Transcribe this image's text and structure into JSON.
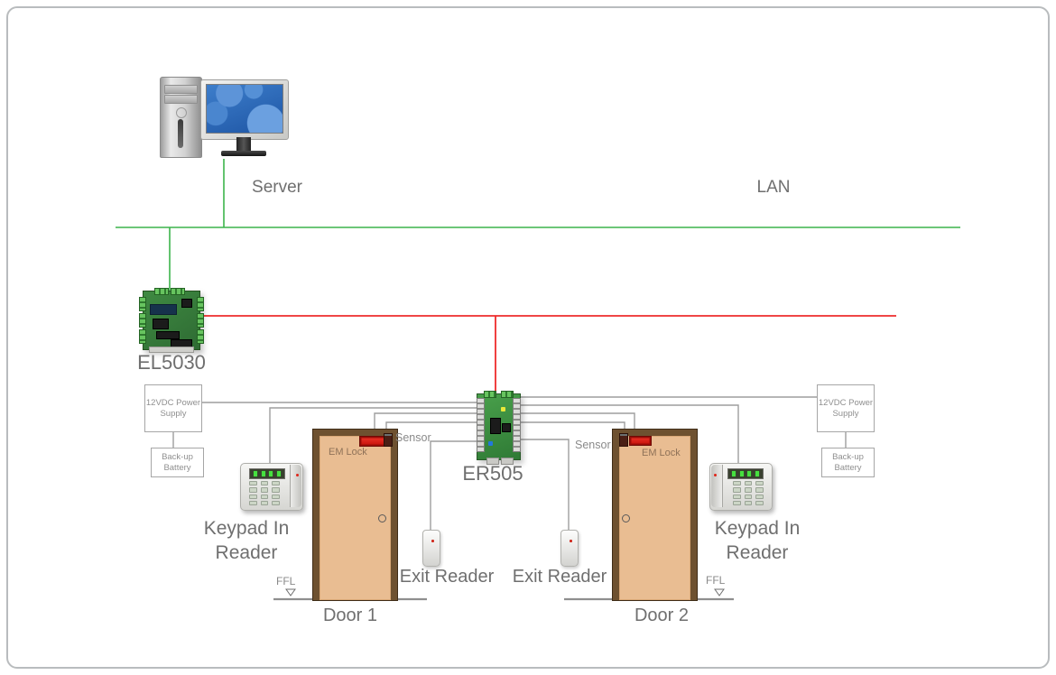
{
  "labels": {
    "server": "Server",
    "lan": "LAN",
    "el5030": "EL5030",
    "er505": "ER505",
    "power_supply": "12VDC Power Supply",
    "backup_battery": "Back-up Battery",
    "keypad_reader_line1": "Keypad In",
    "keypad_reader_line2": "Reader",
    "exit_reader": "Exit Reader",
    "door1": "Door 1",
    "door2": "Door 2",
    "em_lock": "EM Lock",
    "sensor": "Sensor",
    "ffl": "FFL"
  },
  "colors": {
    "lan_line_green": "#3cb44b",
    "controller_bus_red": "#ee2b2b",
    "wire_gray": "#9e9e9e",
    "ground_gray": "#8f8f8f",
    "door_leaf": "#e9bd92",
    "door_frame": "#6e5130",
    "em_lock_red": "#e8150d",
    "label_text": "#6f6f6f",
    "pcb_green": "#3e8f3e",
    "screen_blue": "#2a66b8"
  }
}
